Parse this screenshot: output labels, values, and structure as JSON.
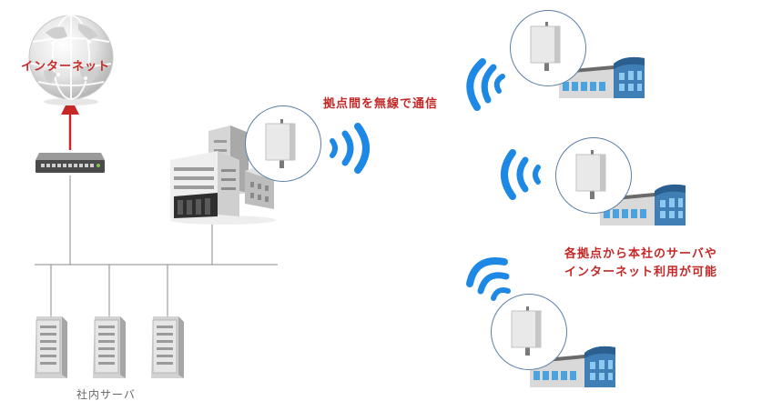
{
  "labels": {
    "internet": "インターネット",
    "wireless": "拠点間を無線で通信",
    "servers": "社内サーバ",
    "access_line1": "各拠点から本社のサーバや",
    "access_line2": "インターネット利用が可能"
  },
  "colors": {
    "red": "#c62828",
    "wave_blue": "#1e88e5",
    "line_gray": "#8a8a8a"
  }
}
